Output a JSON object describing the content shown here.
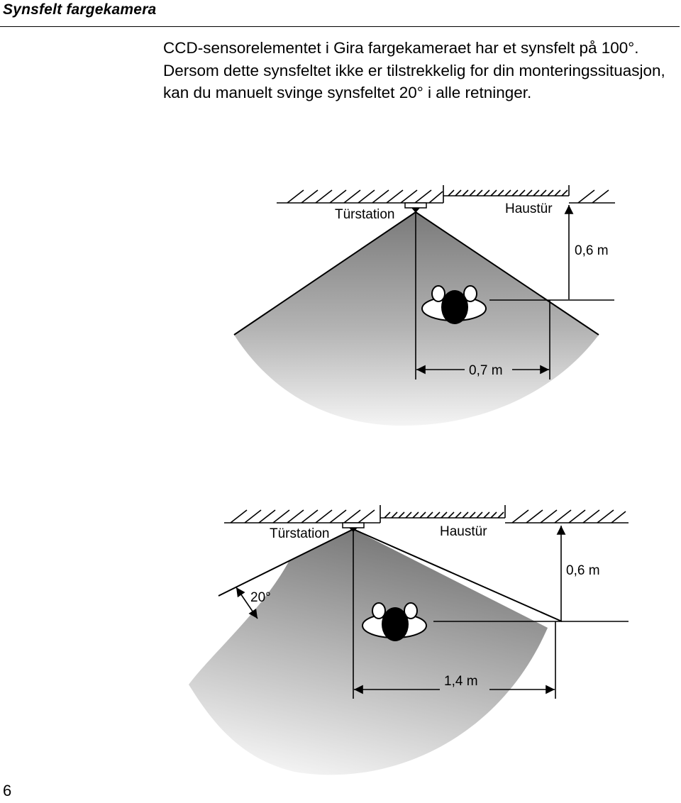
{
  "header": {
    "title": "Synsfelt fargekamera"
  },
  "body": {
    "paragraph_1": "CCD-sensorelementet i Gira fargekameraet har et synsfelt på 100°.",
    "paragraph_2": "Dersom dette synsfeltet ikke er tilstrekkelig for din monteringssituasjon, kan du manuelt svinge synsfeltet 20° i alle retninger."
  },
  "diagram_1": {
    "camera_label": "Türstation",
    "door_label": "Haustür",
    "depth_label": "0,6 m",
    "width_label": "0,7 m"
  },
  "diagram_2": {
    "camera_label": "Türstation",
    "door_label": "Haustür",
    "angle_label": "20°",
    "depth_label": "0,6 m",
    "width_label": "1,4 m"
  },
  "footer": {
    "page_number": "6"
  }
}
